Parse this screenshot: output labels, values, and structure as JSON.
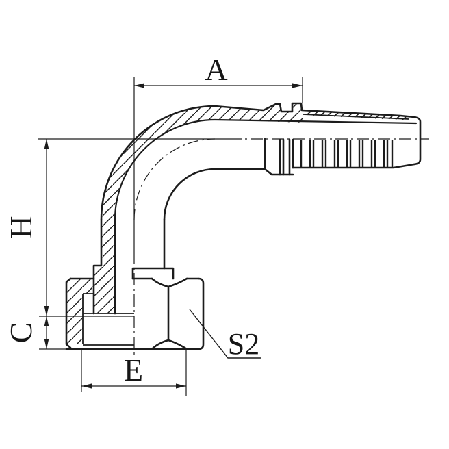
{
  "labels": {
    "dim_a": "A",
    "dim_h": "H",
    "dim_c": "C",
    "dim_e": "E",
    "hex_size": "S2"
  },
  "colors": {
    "line": "#1c1c1c",
    "background": "#ffffff"
  }
}
